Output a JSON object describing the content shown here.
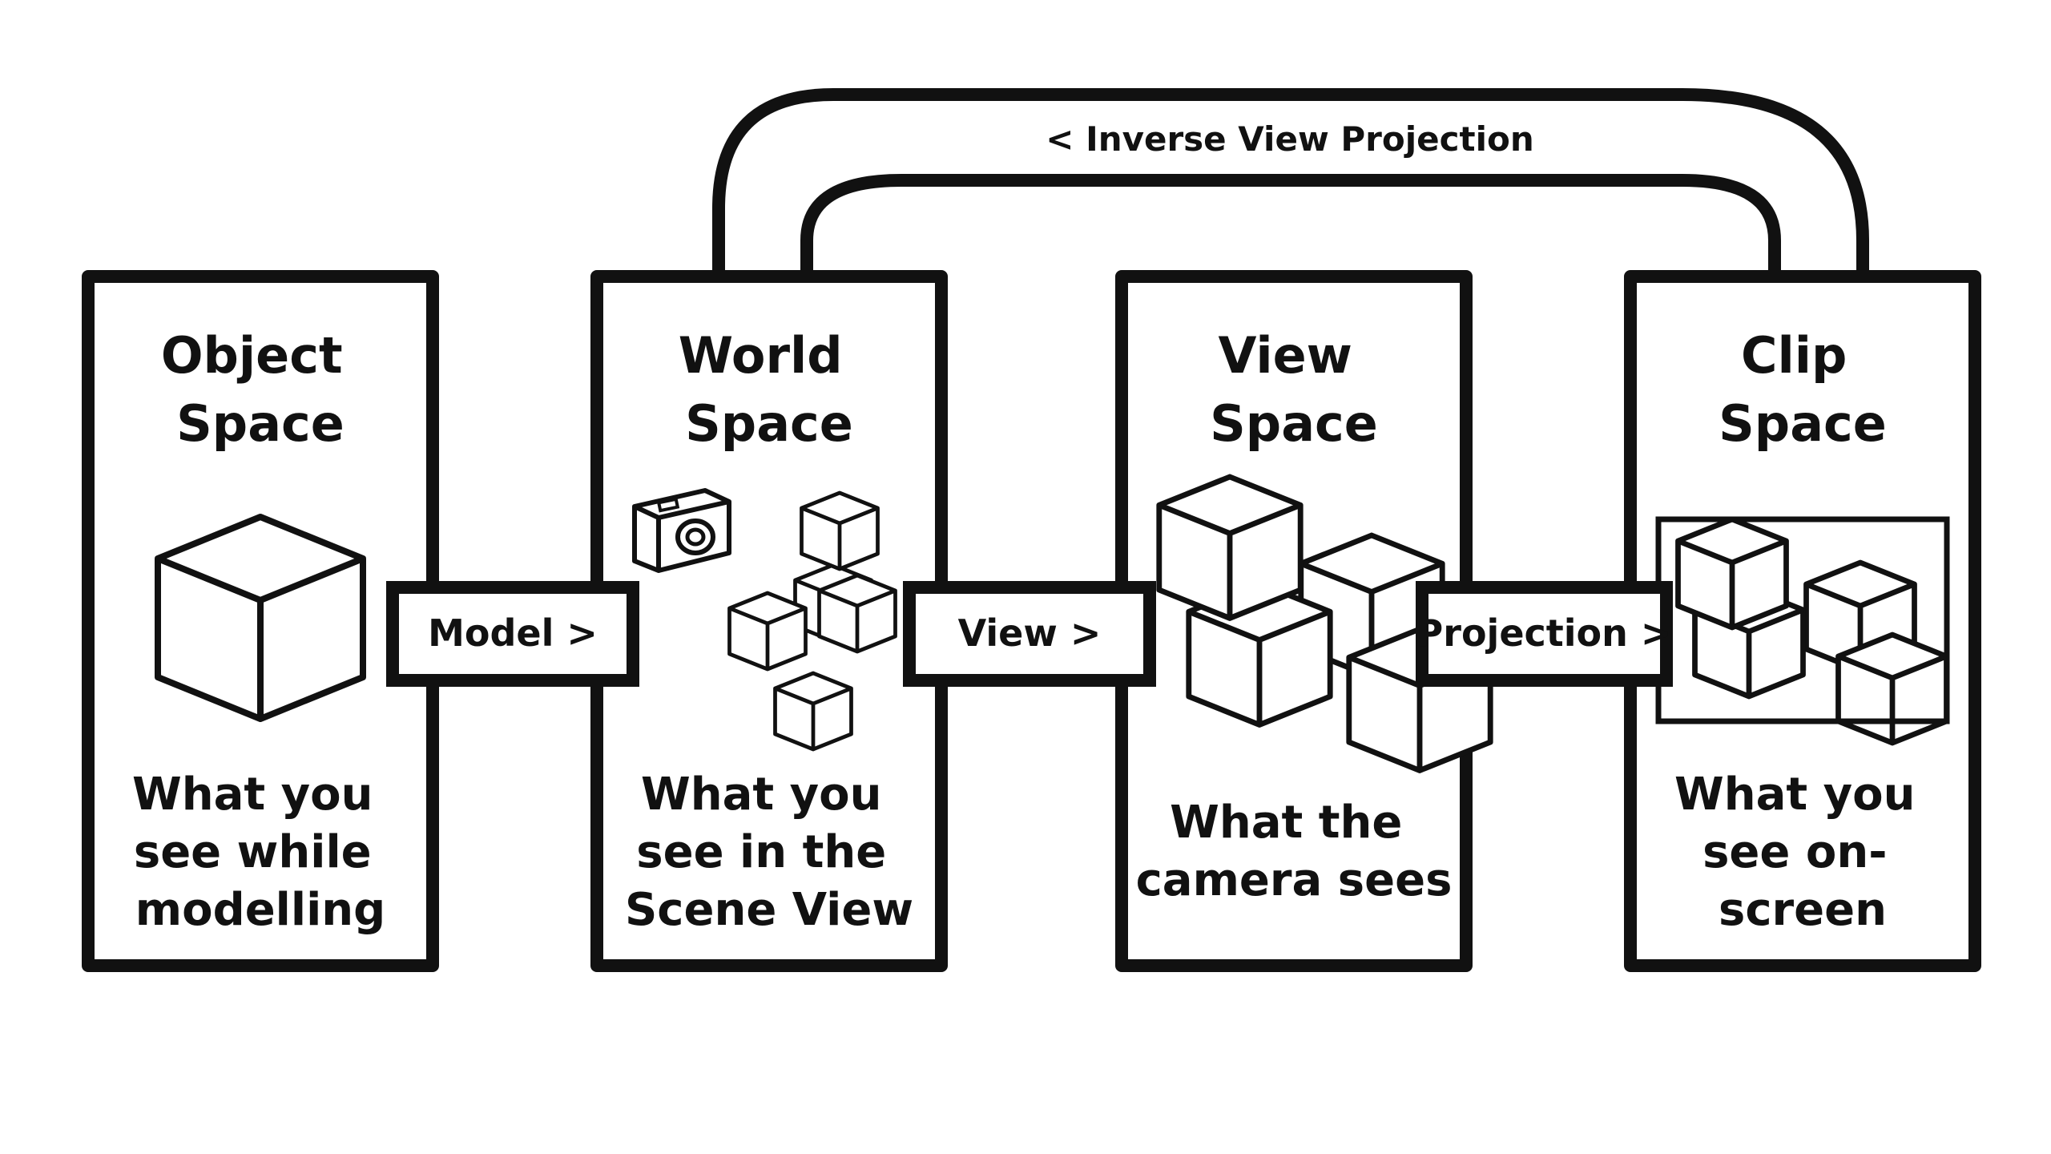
{
  "inverse_label": "< Inverse View Projection",
  "stages": {
    "object": {
      "title": [
        "Object",
        "Space"
      ],
      "caption": [
        "What you",
        "see while",
        "modelling"
      ]
    },
    "world": {
      "title": [
        "World",
        "Space"
      ],
      "caption": [
        "What you",
        "see in the",
        "Scene View"
      ]
    },
    "view": {
      "title": [
        "View",
        "Space"
      ],
      "caption": [
        "What the",
        "camera sees"
      ]
    },
    "clip": {
      "title": [
        "Clip",
        "Space"
      ],
      "caption": [
        "What you",
        "see on-",
        "screen"
      ]
    }
  },
  "transforms": {
    "model": "Model >",
    "view": "View >",
    "projection": "Projection >"
  },
  "icons": {
    "object": "cube-icon",
    "world": [
      "camera-icon",
      "cube-cluster-icon"
    ],
    "view": "cube-stack-icon",
    "clip": "screen-cubes-icon"
  }
}
